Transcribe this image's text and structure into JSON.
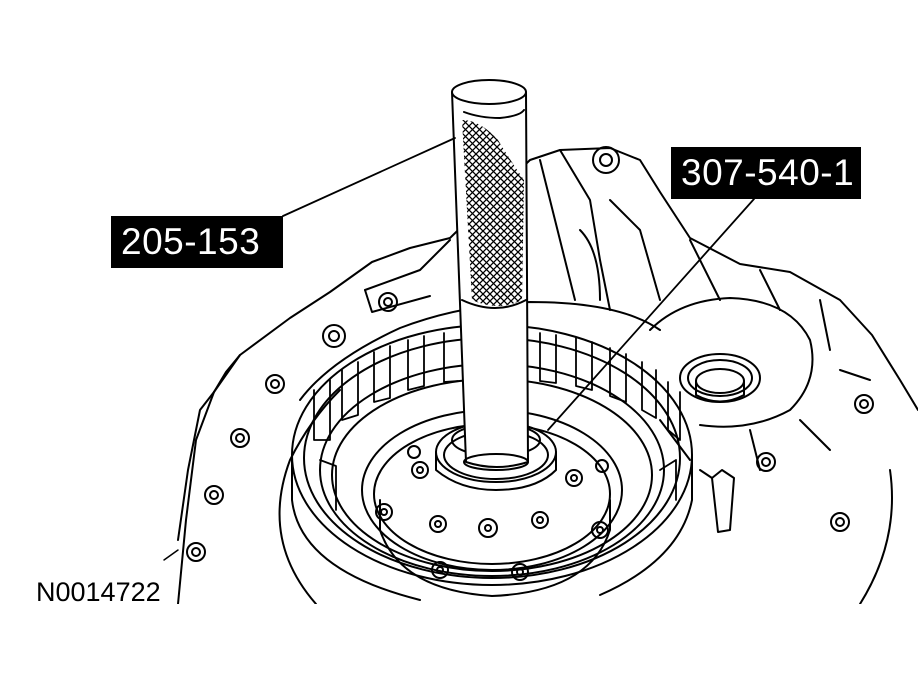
{
  "callouts": {
    "tool_a": "205-153",
    "tool_b": "307-540-1"
  },
  "figure_id": "N0014722",
  "colors": {
    "line": "#000000",
    "background": "#ffffff",
    "callout_fill": "#000000",
    "callout_text": "#ffffff"
  }
}
